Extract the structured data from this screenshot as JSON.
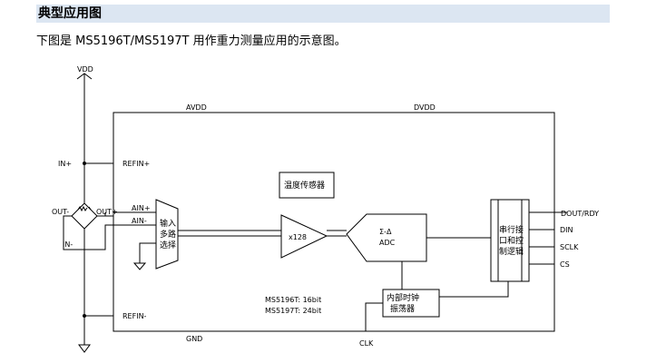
{
  "heading": "典型应用图",
  "intro": "下图是 MS5196T/MS5197T 用作重力测量应用的示意图。",
  "diagram": {
    "vdd": "VDD",
    "in_plus": "IN+",
    "in_minus": "IN-",
    "out_minus": "OUT-",
    "out_plus": "OUT+",
    "avdd": "AVDD",
    "dvdd": "DVDD",
    "refin_plus": "REFIN+",
    "refin_minus": "REFIN-",
    "ain_plus": "AIN+",
    "ain_minus": "AIN-",
    "mux_lines": [
      "输入",
      "多路",
      "选择"
    ],
    "temp_sensor": "温度传感器",
    "amp_label": "x128",
    "adc_line1": "Σ-Δ",
    "adc_line2": "ADC",
    "serial_lines": [
      "串行接",
      "口和控",
      "制逻辑"
    ],
    "dout": "DOUT/RDY",
    "din": "DIN",
    "sclk": "SCLK",
    "cs": "CS",
    "osc_lines": [
      "内部时钟",
      "振荡器"
    ],
    "res_line1": "MS5196T: 16bit",
    "res_line2": "MS5197T: 24bit",
    "gnd": "GND",
    "clk": "CLK"
  }
}
